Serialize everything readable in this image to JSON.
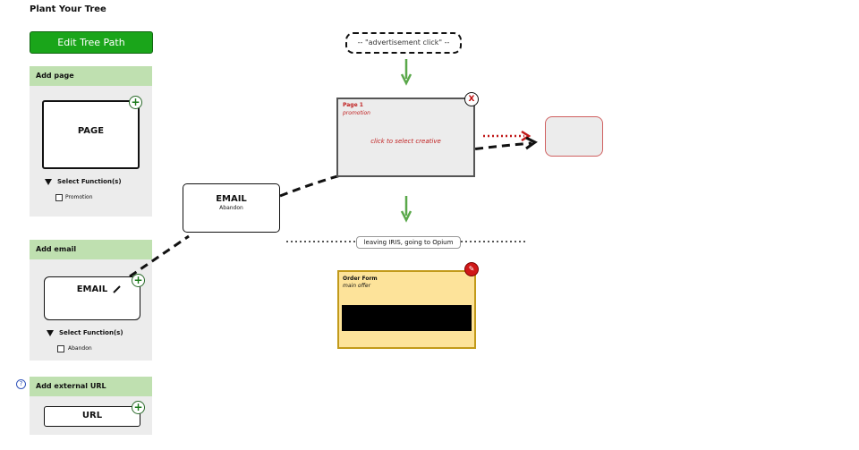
{
  "app": {
    "title": "Plant Your Tree"
  },
  "toolbar": {
    "edit_tree_path_label": "Edit Tree Path"
  },
  "sidebar": {
    "add_page": {
      "header": "Add page",
      "node_label": "PAGE",
      "select_functions_label": "Select Function(s)",
      "options": [
        {
          "label": "Promotion",
          "checked": false
        }
      ]
    },
    "add_email": {
      "header": "Add email",
      "node_label": "EMAIL",
      "select_functions_label": "Select Function(s)",
      "options": [
        {
          "label": "Abandon",
          "checked": false
        }
      ]
    },
    "add_external_url": {
      "header": "Add external URL",
      "node_label": "URL"
    }
  },
  "canvas": {
    "entry_node": {
      "label": "-- \"advertisement click\" --"
    },
    "page_node": {
      "title": "Page 1",
      "subtitle": "promotion",
      "hint": "click to select creative",
      "close_glyph": "X"
    },
    "email_node": {
      "title": "EMAIL",
      "subtitle": "Abandon"
    },
    "divider": {
      "label": "leaving IRIS, going to Opium"
    },
    "order_form": {
      "title": "Order Form",
      "subtitle": "main offer"
    }
  },
  "icons": {
    "add": "plus-icon",
    "remove": "close-icon",
    "edit": "pencil-icon",
    "help": "question-icon",
    "expand": "triangle-down-icon"
  },
  "colors": {
    "primary_button": "#1aa51a",
    "panel_header": "#bfe0b0",
    "panel_bg": "#ececec",
    "arrow_green": "#5aa84a",
    "link_red": "#c01818",
    "order_form_bg": "#fde39a"
  }
}
